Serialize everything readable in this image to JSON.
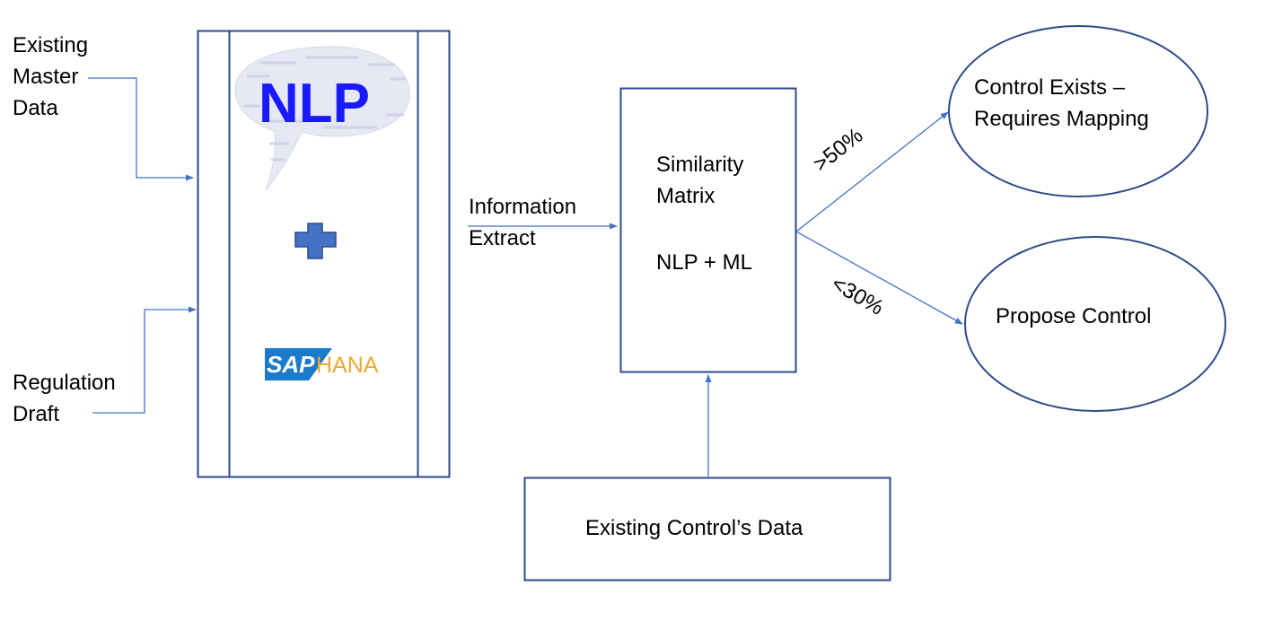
{
  "colors": {
    "stroke": "#2f4a8a",
    "connector": "#4472c4",
    "nlp_logo": "#1a1aff",
    "plus": "#4472c4",
    "sap_blue": "#1b7ac9",
    "hana_orange": "#f0a830"
  },
  "inputs": {
    "master_data": [
      "Existing",
      "Master",
      "Data"
    ],
    "regulation": [
      "Regulation",
      "Draft"
    ]
  },
  "tool_panel": {
    "nlp_logo": "NLP",
    "plus_icon": "plus-icon",
    "sap_logo": "SAP",
    "hana_logo": "HANA"
  },
  "information_extract": [
    "Information",
    "Extract"
  ],
  "similarity": {
    "line1": "Similarity",
    "line2": "Matrix",
    "method": "NLP + ML"
  },
  "thresholds": {
    "high": ">50%",
    "low": "<30%"
  },
  "outcomes": {
    "exists": [
      "Control Exists –",
      "Requires Mapping"
    ],
    "propose": "Propose Control"
  },
  "existing_controls": "Existing Control’s Data"
}
